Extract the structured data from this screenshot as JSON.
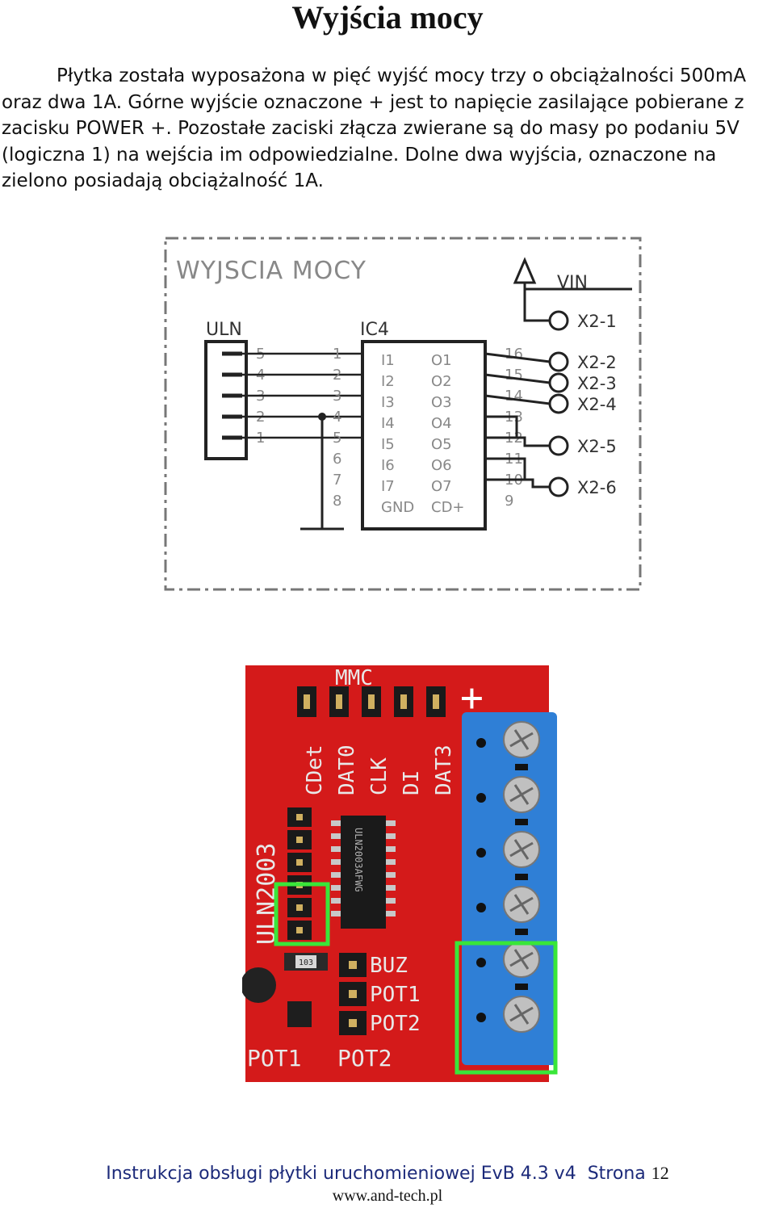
{
  "title": "Wyjścia mocy",
  "paragraph": "Płytka została wyposażona w pięć wyjść mocy trzy o obciążalności 500mA oraz dwa 1A. Górne wyjście oznaczone + jest to napięcie zasilające pobierane z zacisku POWER +. Pozostałe zaciski złącza zwierane są do masy po podaniu 5V (logiczna 1) na wejścia im odpowiedzialne. Dolne dwa wyjścia, oznaczone na zielono posiadają obciążalność 1A.",
  "schematic": {
    "title": "WYJSCIA MOCY",
    "uln_label": "ULN",
    "ic_label": "IC4",
    "vin_label": "VIN",
    "uln_pins": [
      "5",
      "4",
      "3",
      "2",
      "1"
    ],
    "ic_left_nums": [
      "1",
      "2",
      "3",
      "4",
      "5",
      "6",
      "7",
      "8"
    ],
    "ic_right_nums": [
      "16",
      "15",
      "14",
      "13",
      "12",
      "11",
      "10",
      "9"
    ],
    "ic_inputs": [
      "I1",
      "I2",
      "I3",
      "I4",
      "I5",
      "I6",
      "I7",
      "GND"
    ],
    "ic_outputs": [
      "O1",
      "O2",
      "O3",
      "O4",
      "O5",
      "O6",
      "O7",
      "CD+"
    ],
    "terminals": [
      "X2-1",
      "X2-2",
      "X2-3",
      "X2-4",
      "X2-5",
      "X2-6"
    ]
  },
  "photo": {
    "header_label": "MMC",
    "pin_labels": [
      "CDet",
      "DAT0",
      "CLK",
      "DI",
      "DAT3"
    ],
    "chip_label": "ULN2003",
    "chip_text": "ULN2003AFWG",
    "resistor_label": "103",
    "right_labels": [
      "BUZ",
      "POT1",
      "POT2"
    ],
    "bottom_labels": [
      "POT1",
      "POT2"
    ],
    "plus_label": "+",
    "highlight_color": "#39e639",
    "board_color": "#d41a1a",
    "terminal_color": "#2f7fd6"
  },
  "footer": {
    "doc": "Instrukcja obsługi płytki uruchomieniowej EvB 4.3 v4",
    "page_label": "Strona",
    "page": "12",
    "url": "www.and-tech.pl"
  }
}
